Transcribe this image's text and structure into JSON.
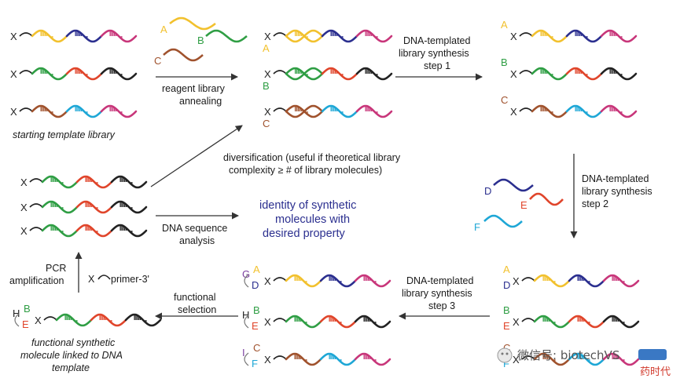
{
  "colors": {
    "yellow": "#f2c12e",
    "navy": "#2b2f8f",
    "magenta": "#c8367a",
    "green": "#2f9e44",
    "red": "#e0452b",
    "black": "#222222",
    "brown": "#a0522d",
    "cyan": "#1ea7d6",
    "purple_label": "#7b3fa0",
    "blue_text": "#2b2f8f"
  },
  "labels": {
    "starting_library": "starting template library",
    "reagent_annealing_1": "reagent library",
    "reagent_annealing_2": "annealing",
    "step1_1": "DNA-templated",
    "step1_2": "library synthesis",
    "step1_3": "step 1",
    "step2_1": "DNA-templated",
    "step2_2": "library synthesis",
    "step2_3": "step 2",
    "step3_1": "DNA-templated",
    "step3_2": "library synthesis",
    "step3_3": "step 3",
    "diversification_1": "diversification (useful if theoretical library",
    "diversification_2": "complexity ≥ # of library molecules)",
    "seq_analysis_1": "DNA sequence",
    "seq_analysis_2": "analysis",
    "identity_1": "identity of synthetic",
    "identity_2": "molecules with",
    "identity_3": "desired property",
    "pcr_1": "PCR",
    "pcr_2": "amplification",
    "primer": "primer-3'",
    "functional_1": "functional",
    "functional_2": "selection",
    "final_1": "functional synthetic",
    "final_2": "molecule linked to DNA",
    "final_3": "template",
    "watermark": "微信号: biotechVS",
    "watermark_logo": "药时代"
  },
  "glyphs": {
    "X": "X",
    "A": "A",
    "B": "B",
    "C": "C",
    "D": "D",
    "E": "E",
    "F": "F",
    "G": "G",
    "H": "H",
    "I": "I"
  },
  "template_segments": {
    "row_a": [
      "yellow",
      "navy",
      "magenta"
    ],
    "row_b": [
      "green",
      "red",
      "black"
    ],
    "row_c": [
      "brown",
      "cyan",
      "magenta"
    ],
    "mixed": [
      "green",
      "red",
      "black"
    ]
  }
}
